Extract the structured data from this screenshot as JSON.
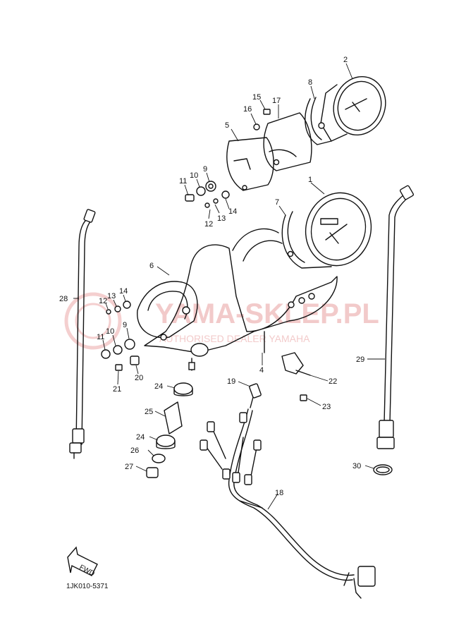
{
  "diagram": {
    "code": "1JK010-5371",
    "fwd_label": "FWD",
    "watermark": {
      "main": "YAMA-SKLEP.PL",
      "sub": "AUTHORISED DEALER YAMAHA"
    },
    "callouts": {
      "c1": "1",
      "c2": "2",
      "c4": "4",
      "c5": "5",
      "c6": "6",
      "c7": "7",
      "c8": "8",
      "c9a": "9",
      "c10a": "10",
      "c11a": "11",
      "c12a": "12",
      "c13a": "13",
      "c14a": "14",
      "c9b": "9",
      "c10b": "10",
      "c11b": "11",
      "c12b": "12",
      "c13b": "13",
      "c14b": "14",
      "c15": "15",
      "c16": "16",
      "c17": "17",
      "c18": "18",
      "c19": "19",
      "c20": "20",
      "c21": "21",
      "c22": "22",
      "c23": "23",
      "c24a": "24",
      "c24b": "24",
      "c25": "25",
      "c26": "26",
      "c27": "27",
      "c28": "28",
      "c29": "29",
      "c30": "30"
    }
  }
}
